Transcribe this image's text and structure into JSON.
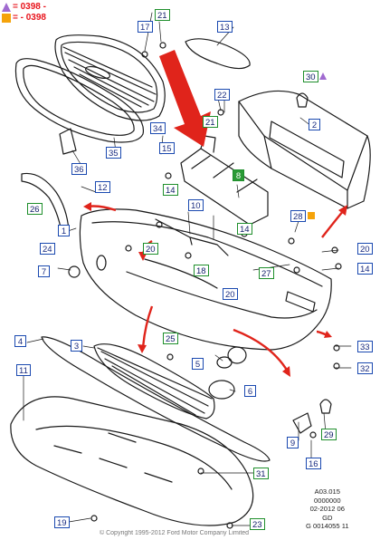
{
  "legend": {
    "purple": {
      "label": "= 0398 -",
      "color": "#a06ad0"
    },
    "orange": {
      "label": "= - 0398",
      "color": "#f5a30a"
    }
  },
  "callouts": [
    {
      "n": "1"
    },
    {
      "n": "2"
    },
    {
      "n": "3"
    },
    {
      "n": "4"
    },
    {
      "n": "5"
    },
    {
      "n": "6"
    },
    {
      "n": "7"
    },
    {
      "n": "8"
    },
    {
      "n": "9"
    },
    {
      "n": "10"
    },
    {
      "n": "11"
    },
    {
      "n": "12"
    },
    {
      "n": "13"
    },
    {
      "n": "14"
    },
    {
      "n": "15"
    },
    {
      "n": "16"
    },
    {
      "n": "17"
    },
    {
      "n": "18"
    },
    {
      "n": "19"
    },
    {
      "n": "20"
    },
    {
      "n": "21"
    },
    {
      "n": "22"
    },
    {
      "n": "23"
    },
    {
      "n": "24"
    },
    {
      "n": "25"
    },
    {
      "n": "26"
    },
    {
      "n": "27"
    },
    {
      "n": "28"
    },
    {
      "n": "29"
    },
    {
      "n": "30"
    },
    {
      "n": "31"
    },
    {
      "n": "32"
    },
    {
      "n": "33"
    },
    {
      "n": "34"
    },
    {
      "n": "35"
    },
    {
      "n": "36"
    }
  ],
  "stamp": {
    "line1": "A03.015",
    "line2": "0000000",
    "line3": "02-2012 06",
    "line4": "GD",
    "line5": "G 0014055 11"
  },
  "footer": {
    "copyright": "© Copyright 1995-2012 Ford Motor Company Limited"
  },
  "colors": {
    "callout_border_blue": "#1a49b0",
    "callout_border_green": "#1f8f2c",
    "arrow_red": "#e0241b",
    "line_art": "#1a1a1a"
  },
  "icons": [
    "purple-triangle-icon",
    "orange-square-icon",
    "red-arrow-icon"
  ]
}
